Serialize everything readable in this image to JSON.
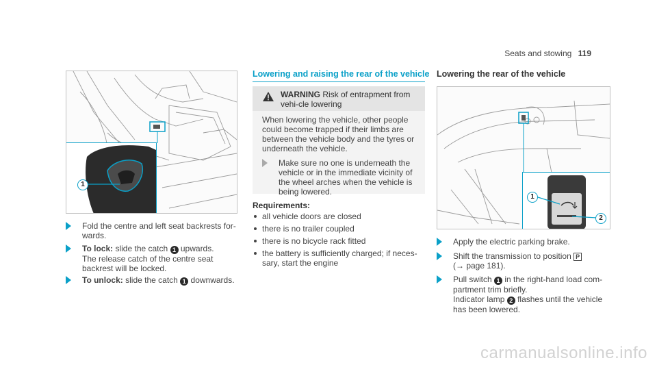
{
  "header": {
    "section": "Seats and stowing",
    "page_number": "119"
  },
  "left": {
    "callout_1": "1",
    "bullets": [
      {
        "text": "Fold the centre and left seat backrests for-wards."
      },
      {
        "label": "To lock:",
        "pre": "slide the catch",
        "num": "1",
        "post": "upwards.",
        "extra": "The release catch of the centre seat backrest will be locked."
      },
      {
        "label": "To unlock:",
        "pre": "slide the catch",
        "num": "1",
        "post": "downwards."
      }
    ]
  },
  "middle": {
    "title": "Lowering and raising the rear of the vehicle",
    "warning": {
      "label": "WARNING",
      "heading": "Risk of entrapment from vehi-cle lowering",
      "body": "When lowering the vehicle, other people could become trapped if their limbs are between the vehicle body and the tyres or underneath the vehicle.",
      "bullet": "Make sure no one is underneath the vehicle or in the immediate vicinity of the wheel arches when the vehicle is being lowered."
    },
    "requirements_title": "Requirements:",
    "requirements": [
      "all vehicle doors are closed",
      "there is no trailer coupled",
      "there is no bicycle rack fitted",
      "the battery is sufficiently charged; if neces-sary, start the engine"
    ]
  },
  "right": {
    "title": "Lowering the rear of the vehicle",
    "callout_1": "1",
    "callout_2": "2",
    "bullets": [
      {
        "text": "Apply the electric parking brake."
      },
      {
        "pre": "Shift the transmission to position",
        "gear": "P",
        "ref": "(→ page 181)."
      },
      {
        "pre": "Pull switch",
        "num": "1",
        "post": "in the right-hand load com-partment trim briefly.",
        "extra_pre": "Indicator lamp",
        "extra_num": "2",
        "extra_post": "flashes until the vehicle has been lowered."
      }
    ]
  },
  "watermark": "carmanualsonline.info",
  "colors": {
    "accent": "#0aa0c8",
    "warning_head": "#e4e4e4",
    "warning_body": "#f3f3f3"
  }
}
